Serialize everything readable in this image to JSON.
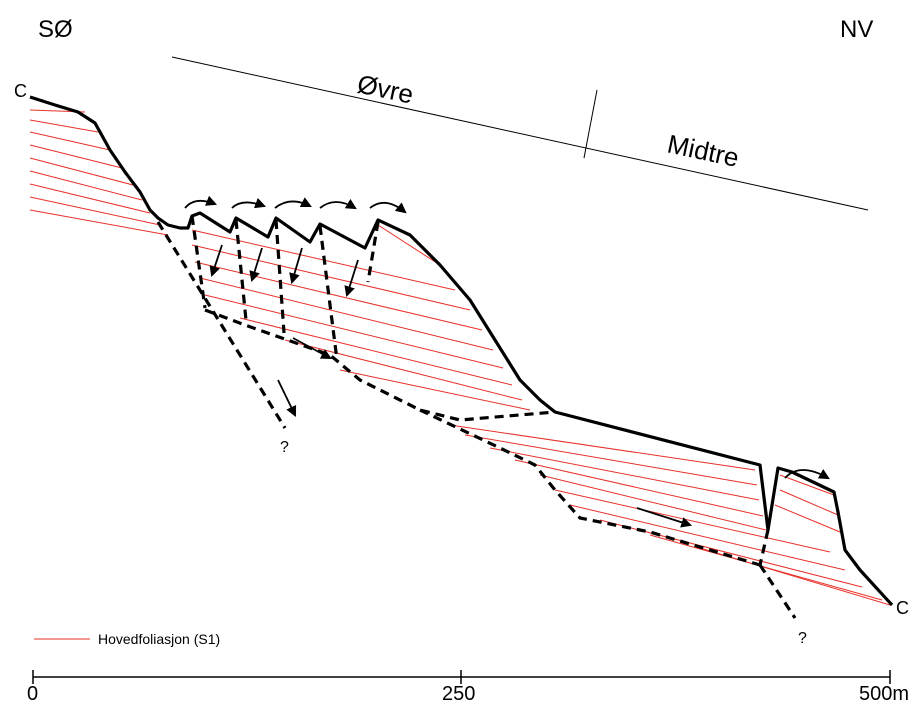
{
  "corners": {
    "left": "SØ",
    "right": "NV"
  },
  "section_end_labels": {
    "start": "C",
    "end": "C"
  },
  "zones": {
    "upper": "Øvre",
    "middle": "Midtre"
  },
  "unknown_markers": [
    "?",
    "?"
  ],
  "legend": {
    "label": "Hovedfoliasjon (S1)",
    "line_color": "#e8312a"
  },
  "scale": {
    "ticks": [
      "0",
      "250",
      "500m"
    ]
  },
  "colors": {
    "foliation": "#e8312a",
    "profile": "#000000",
    "background": "#ffffff"
  }
}
